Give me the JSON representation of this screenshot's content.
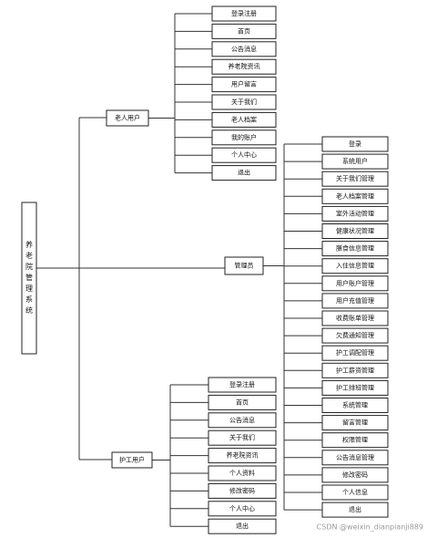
{
  "diagram": {
    "root": "养老院管理系统",
    "elderly_user": {
      "label": "老人用户",
      "items": [
        "登录注册",
        "首页",
        "公告消息",
        "养老院资讯",
        "用户留言",
        "关于我们",
        "老人档案",
        "我的账户",
        "个人中心",
        "退出"
      ]
    },
    "admin": {
      "label": "管理员",
      "items": [
        "登录",
        "系统用户",
        "关于我们管理",
        "老人档案管理",
        "室外活动管理",
        "健康状况管理",
        "膳食信息管理",
        "入住信息管理",
        "用户账户管理",
        "用户充值管理",
        "收费账单管理",
        "欠费通知管理",
        "护工调配管理",
        "护工薪资管理",
        "护工排班管理",
        "系统管理",
        "留言管理",
        "权限管理",
        "公告消息管理",
        "修改密码",
        "个人信息",
        "退出"
      ]
    },
    "nurse_user": {
      "label": "护工用户",
      "items": [
        "登录注册",
        "首页",
        "公告消息",
        "关于我们",
        "养老院资讯",
        "个人资料",
        "修改密码",
        "个人中心",
        "退出"
      ]
    }
  },
  "watermark": "CSDN @weixin_dianpianji889"
}
